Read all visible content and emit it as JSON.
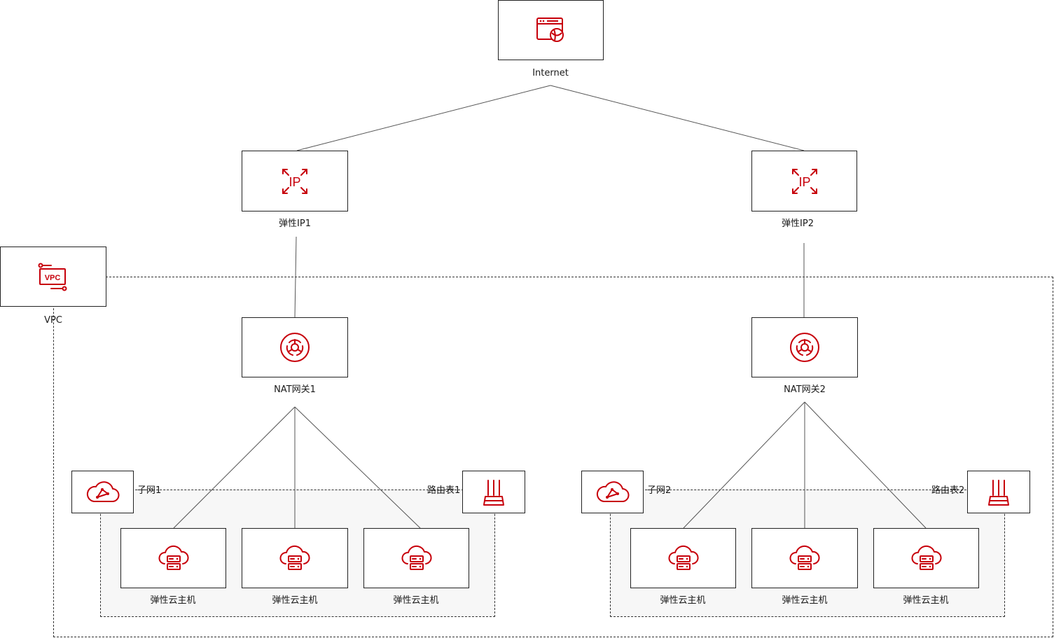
{
  "colors": {
    "accent": "#c7000b",
    "line": "#555555",
    "border": "#222222"
  },
  "internet": {
    "label": "Internet",
    "icon": "browser-globe-icon"
  },
  "eips": [
    {
      "label": "弹性IP1",
      "icon": "eip-icon",
      "icon_text": "IP"
    },
    {
      "label": "弹性IP2",
      "icon": "eip-icon",
      "icon_text": "IP"
    }
  ],
  "vpc": {
    "label": "VPC",
    "icon": "vpc-icon",
    "icon_text": "VPC"
  },
  "nat": [
    {
      "label": "NAT网关1",
      "icon": "nat-gateway-icon"
    },
    {
      "label": "NAT网关2",
      "icon": "nat-gateway-icon"
    }
  ],
  "subnets": [
    {
      "label": "子网1",
      "icon": "subnet-cloud-icon"
    },
    {
      "label": "子网2",
      "icon": "subnet-cloud-icon"
    }
  ],
  "route_tables": [
    {
      "label": "路由表1",
      "icon": "router-icon"
    },
    {
      "label": "路由表2",
      "icon": "router-icon"
    }
  ],
  "ecs_groups": [
    [
      {
        "label": "弹性云主机",
        "icon": "ecs-icon"
      },
      {
        "label": "弹性云主机",
        "icon": "ecs-icon"
      },
      {
        "label": "弹性云主机",
        "icon": "ecs-icon"
      }
    ],
    [
      {
        "label": "弹性云主机",
        "icon": "ecs-icon"
      },
      {
        "label": "弹性云主机",
        "icon": "ecs-icon"
      },
      {
        "label": "弹性云主机",
        "icon": "ecs-icon"
      }
    ]
  ]
}
